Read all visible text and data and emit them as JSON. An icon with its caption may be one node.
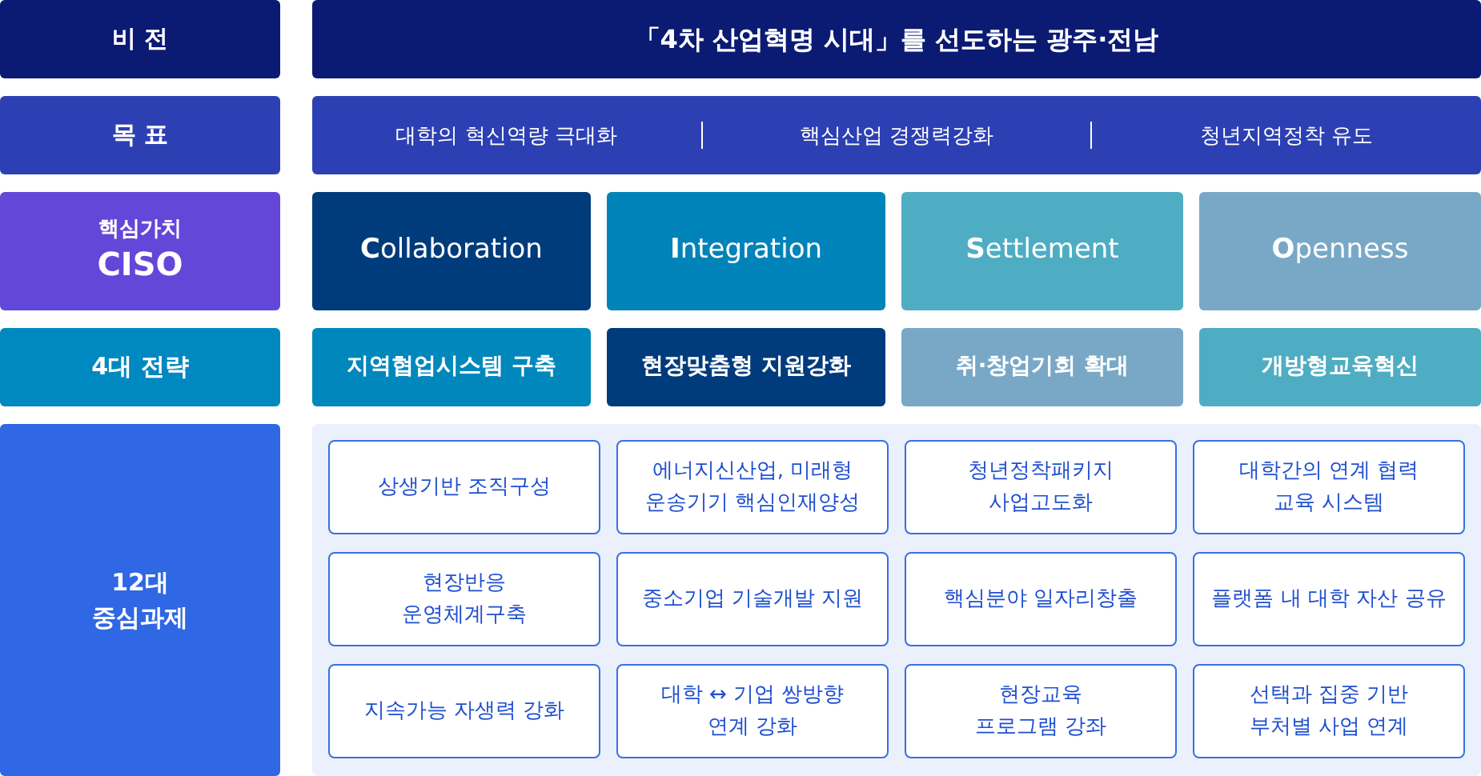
{
  "diagram": {
    "nodes": [
      {
        "text": [
          "비 전"
        ]
      },
      {
        "text": [
          "「4차 산업혁명 시대」를 선도하는 광주·전남"
        ]
      },
      {
        "text": [
          "목 표"
        ]
      },
      {
        "text": [
          "대학의 혁신역량 극대화",
          "핵심산업 경쟁력강화",
          "청년지역정착 유도"
        ]
      },
      {
        "text": [
          "핵심가치",
          "CISO"
        ]
      },
      {
        "text": [
          "**C**ollaboration"
        ]
      },
      {
        "text": [
          "**I**ntegration"
        ]
      },
      {
        "text": [
          "**S**ettlement"
        ]
      },
      {
        "text": [
          "**O**penness"
        ]
      },
      {
        "text": [
          "4대 전략"
        ]
      },
      {
        "text": [
          "지역협업시스템 구축"
        ]
      },
      {
        "text": [
          "현장맞춤형 지원강화"
        ]
      },
      {
        "text": [
          "취·창업기회 확대"
        ]
      },
      {
        "text": [
          "개방형교육혁신"
        ]
      },
      {
        "text": [
          "12대 중심과제"
        ]
      },
      {
        "text": [],
        "shape": "box"
      },
      {
        "text": [
          "상생기반 조직구성"
        ],
        "in": 15
      },
      {
        "text": [
          "에너지신산업, 미래형 운송기기 핵심인재양성"
        ],
        "in": 15
      },
      {
        "text": [
          "청년정착패키지 사업고도화"
        ],
        "in": 15
      },
      {
        "text": [
          "대학간의 연계 협력 교육 시스템"
        ],
        "in": 15
      },
      {
        "text": [
          "현장반응 운영체계구축"
        ],
        "in": 15
      },
      {
        "text": [
          "중소기업 기술개발 지원"
        ],
        "in": 15
      },
      {
        "text": [
          "핵심분야 일자리창출"
        ],
        "in": 15
      },
      {
        "text": [
          "플랫폼 내 대학 자산 공유"
        ],
        "in": 15
      },
      {
        "text": [
          "지속가능 자생력 강화"
        ],
        "in": 15
      },
      {
        "text": [
          "대학 ↔ 기업 쌍방향 연계 강화"
        ],
        "in": 15
      },
      {
        "text": [
          "현장교육 프로그램 강좌"
        ],
        "in": 15
      },
      {
        "text": [
          "선택과 집중 기반 부처별 사업 연계"
        ],
        "in": 15
      }
    ]
  }
}
